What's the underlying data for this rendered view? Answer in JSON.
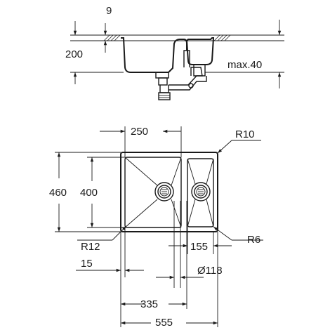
{
  "side_view": {
    "dim_countertop": "9",
    "dim_depth": "200",
    "dim_max": "max.40"
  },
  "top_view": {
    "dim_big_bowl_width": "250",
    "dim_corner_radius_outer": "R10",
    "dim_outer_depth": "460",
    "dim_bowl_depth": "400",
    "dim_corner_radius_inner": "R12",
    "dim_small_bowl_radius": "R6",
    "dim_small_bowl_width": "155",
    "dim_edge_offset": "15",
    "dim_drain_diameter": "Ø118",
    "dim_drain_distance": "335",
    "dim_total_width": "555"
  }
}
